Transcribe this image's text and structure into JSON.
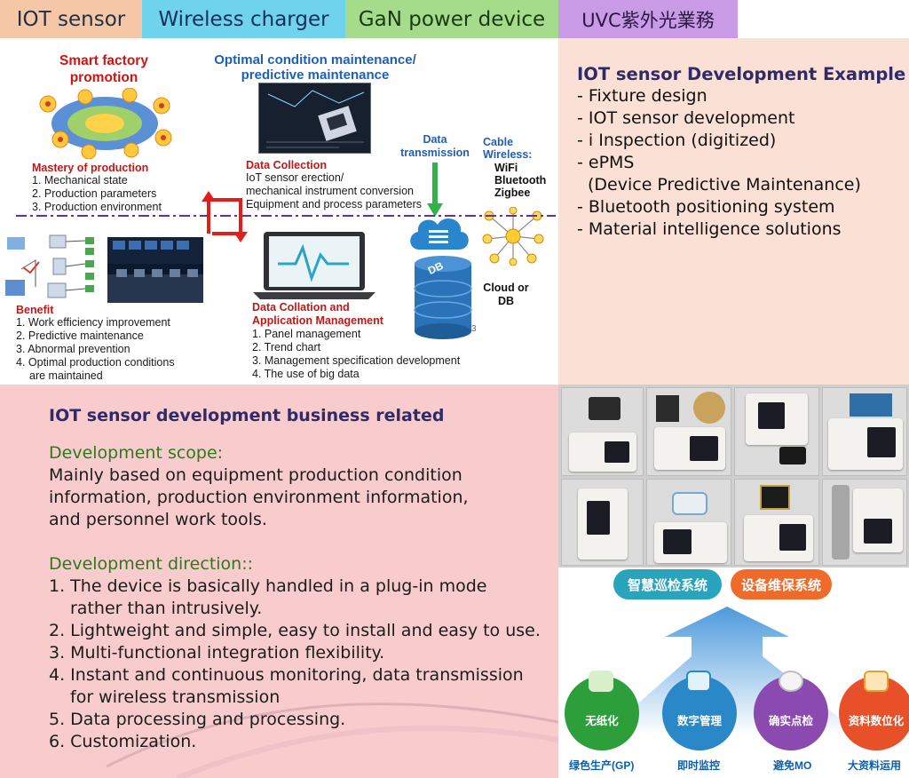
{
  "tabs": [
    {
      "label": "IOT sensor"
    },
    {
      "label": "Wireless charger"
    },
    {
      "label": "GaN power device"
    },
    {
      "label": "UVC紫外光業務"
    }
  ],
  "diagram": {
    "smart_factory": [
      "Smart factory",
      "promotion"
    ],
    "optimal": [
      "Optimal condition maintenance/",
      "predictive maintenance"
    ],
    "mastery_title": "Mastery of production",
    "mastery_items": [
      "1. Mechanical state",
      "2. Production parameters",
      "3. Production environment"
    ],
    "data_collection_title": "Data Collection",
    "data_collection_items": [
      "IoT sensor erection/",
      "mechanical instrument conversion",
      "Equipment and process parameters"
    ],
    "data_transmission": [
      "Data",
      "transmission"
    ],
    "cable_wireless": [
      "Cable",
      "Wireless:"
    ],
    "wireless_types": [
      "WiFi",
      "Bluetooth",
      "Zigbee"
    ],
    "cloud_db": [
      "Cloud or",
      "DB"
    ],
    "db_label": "DB",
    "page_num": "3",
    "benefit_title": "Benefit",
    "benefit_items": [
      "1. Work efficiency improvement",
      "2. Predictive maintenance",
      "3. Abnormal prevention",
      "4. Optimal production conditions",
      "are maintained"
    ],
    "collation_title": [
      "Data Collation and",
      "Application Management"
    ],
    "collation_items": [
      "1. Panel management",
      "2. Trend chart",
      "3. Management specification development",
      "4. The use of big data"
    ]
  },
  "example": {
    "title": "IOT sensor Development Example",
    "items": [
      "- Fixture design",
      "- IOT sensor development",
      "- i Inspection (digitized)",
      "- ePMS",
      "(Device Predictive Maintenance)",
      "- Bluetooth positioning system",
      "- Material intelligence solutions"
    ]
  },
  "business": {
    "title": "IOT sensor development business related",
    "scope_heading": "Development scope:",
    "scope_lines": [
      "Mainly based on equipment production condition",
      "information, production environment information,",
      "and personnel work tools."
    ],
    "direction_heading": "Development direction::",
    "direction_lines": [
      "1. The device is basically handled in a plug-in mode",
      "rather than intrusively.",
      "2. Lightweight and simple, easy to install and easy to use.",
      "3. Multi-functional integration flexibility.",
      "4. Instant and continuous monitoring, data transmission",
      "for wireless transmission",
      "5. Data processing and processing.",
      "6. Customization."
    ]
  },
  "systems": {
    "pill_left": "智慧巡检系统",
    "pill_right": "设备维保系统",
    "circles": [
      "无纸化",
      "数字管理",
      "确实点检",
      "资料数位化"
    ],
    "captions": [
      "绿色生产(GP)",
      "即时监控",
      "避免MO",
      "大资料运用"
    ]
  },
  "colors": {
    "tab_iot": "#f6c7a7",
    "tab_wireless": "#6fd3ee",
    "tab_gan": "#a5dc8c",
    "tab_uvc": "#c99be6",
    "example_bg": "#fbe1d5",
    "business_bg": "#f8cccc",
    "title_navy": "#2f2a6b",
    "green": "#2d7a1e"
  },
  "icons": [
    "gear-map-icon",
    "dashboard-icon",
    "control-room-icon",
    "laptop-waveform-icon",
    "cloud-icon",
    "database-icon",
    "network-node-icon",
    "up-arrow-icon"
  ]
}
